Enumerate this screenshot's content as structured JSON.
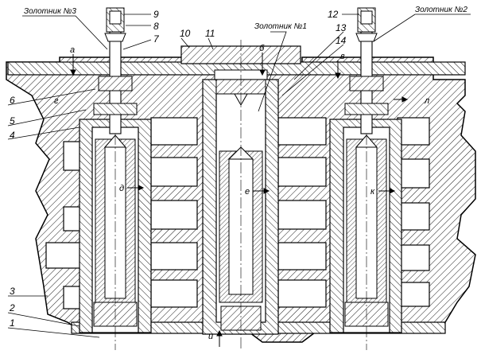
{
  "colors": {
    "ink": "#000000",
    "paper": "#ffffff",
    "hatch": "#1a1a1a"
  },
  "captions": {
    "spool3": "Золотник №3",
    "spool1": "Золотник №1",
    "spool2": "Золотник №2"
  },
  "part_numbers": {
    "n1": "1",
    "n2": "2",
    "n3": "3",
    "n4": "4",
    "n5": "5",
    "n6": "6",
    "n7": "7",
    "n8": "8",
    "n9": "9",
    "n10": "10",
    "n11": "11",
    "n12": "12",
    "n13": "13",
    "n14": "14"
  },
  "section_letters": {
    "a": "а",
    "b": "б",
    "v": "в",
    "g": "г",
    "d": "д",
    "e": "е",
    "k": "к",
    "l": "л",
    "i": "и"
  }
}
